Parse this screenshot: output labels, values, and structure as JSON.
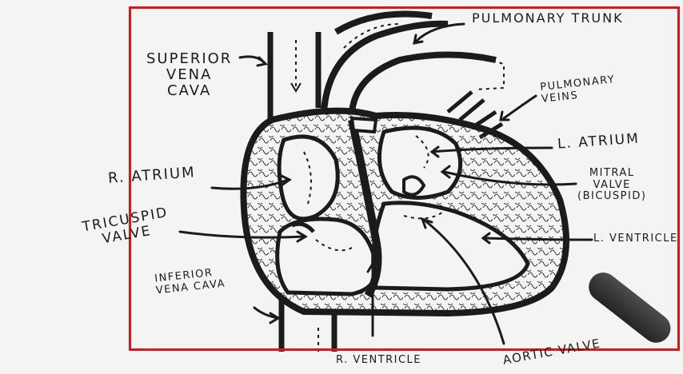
{
  "labels": {
    "pulmonary_trunk": "PULMONARY TRUNK",
    "superior_vena_cava": [
      "SUPERIOR",
      "VENA",
      "CAVA"
    ],
    "pulmonary_veins": [
      "PULMONARY",
      "VEINS"
    ],
    "l_atrium": "L. ATRIUM",
    "r_atrium": "R. ATRIUM",
    "mitral_valve": [
      "MITRAL",
      "VALVE",
      "(BICUSPID)"
    ],
    "tricuspid_valve": [
      "TRICUSPID",
      "VALVE"
    ],
    "l_ventricle": "L. VENTRICLE",
    "inferior_vena_cava": [
      "INFERIOR",
      "VENA CAVA"
    ],
    "r_ventricle": "R. VENTRICLE",
    "aortic_valve": "AORTIC VALVE"
  },
  "colors": {
    "ink": "#1b1b1b",
    "paper": "#f4f4f2",
    "selection_box": "#e0141b"
  }
}
